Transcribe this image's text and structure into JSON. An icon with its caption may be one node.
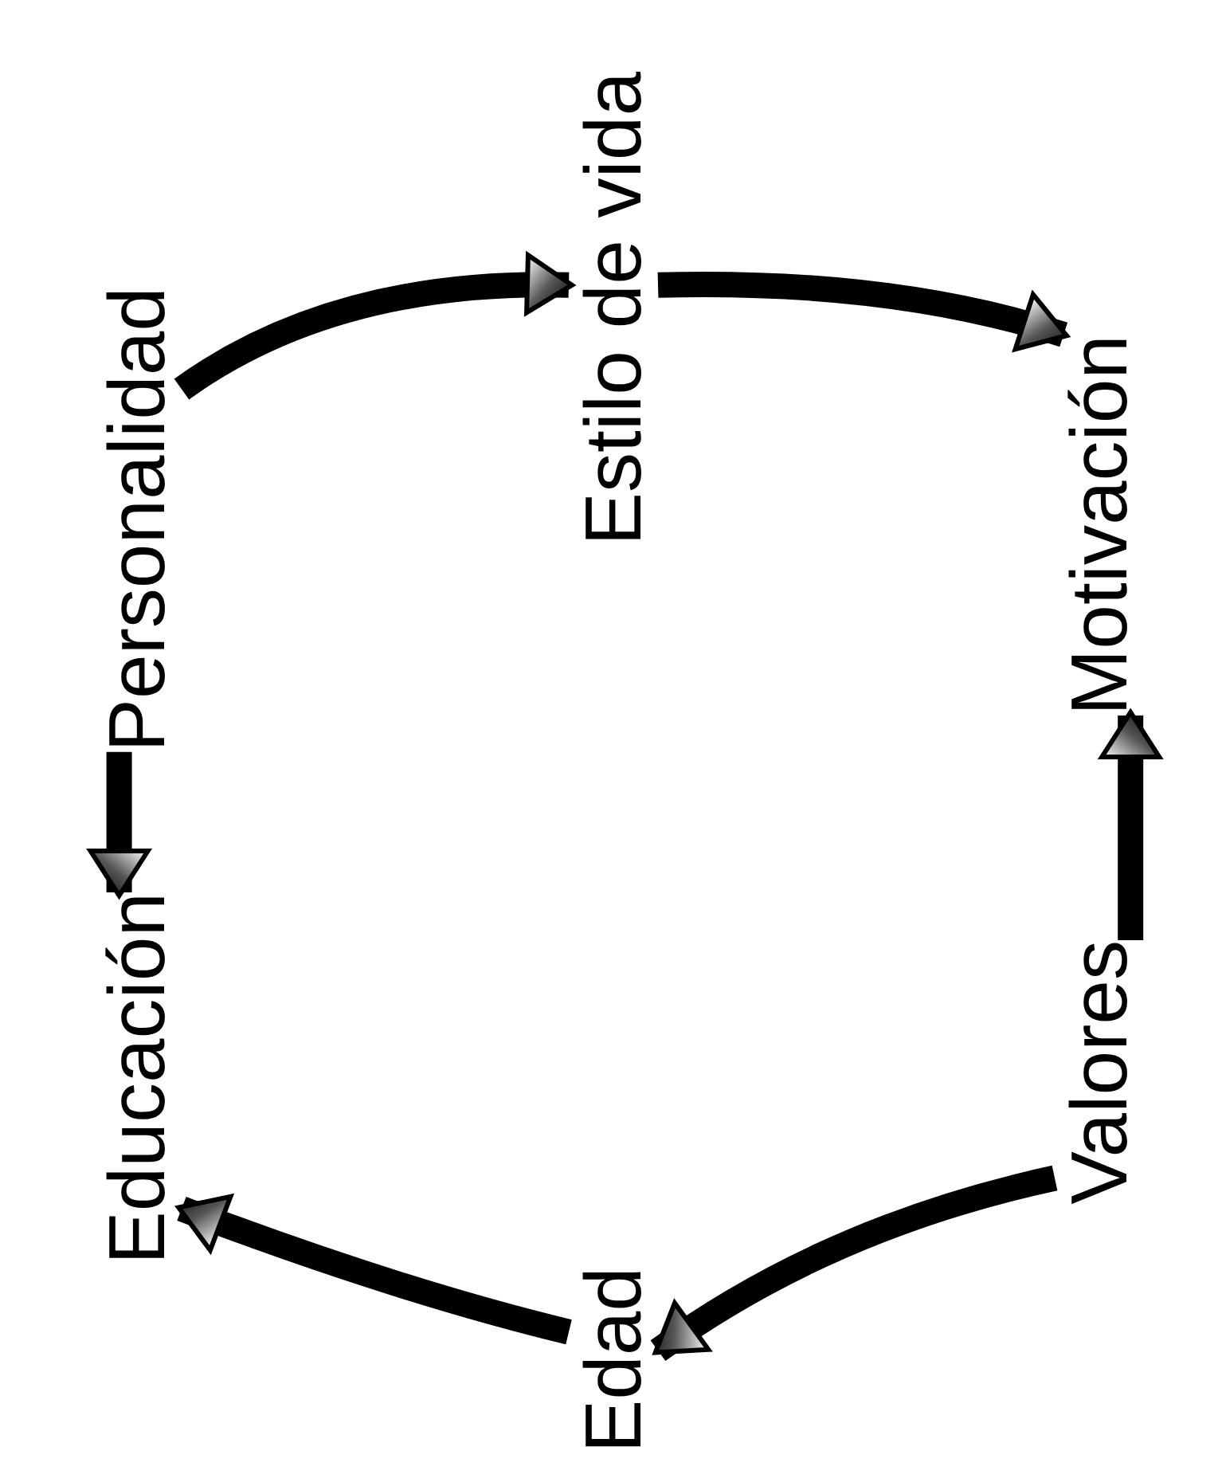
{
  "diagram": {
    "nodes": [
      {
        "text": [
          "Personalidad"
        ]
      },
      {
        "text": [
          "Estilo de vida"
        ]
      },
      {
        "text": [
          "Motivación"
        ]
      },
      {
        "text": [
          "Valores"
        ]
      },
      {
        "text": [
          "Edad"
        ]
      },
      {
        "text": [
          "Educación"
        ]
      }
    ],
    "edges": [
      {
        "from": 0,
        "to": 1,
        "arrow": "to"
      },
      {
        "from": 1,
        "to": 2,
        "arrow": "to"
      },
      {
        "from": 3,
        "to": 2,
        "arrow": "to"
      },
      {
        "from": 3,
        "to": 4,
        "arrow": "to"
      },
      {
        "from": 4,
        "to": 5,
        "arrow": "to"
      },
      {
        "from": 0,
        "to": 5,
        "arrow": "to"
      }
    ]
  }
}
